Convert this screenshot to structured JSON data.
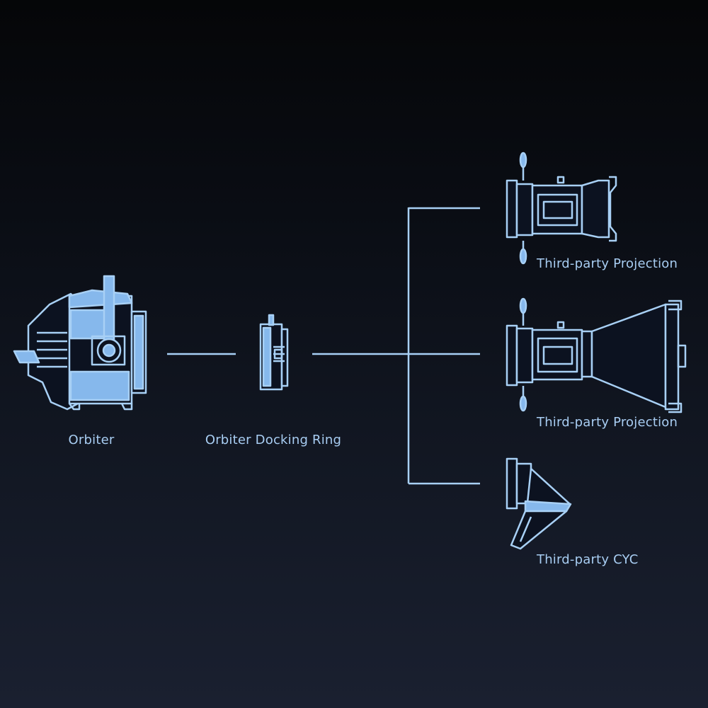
{
  "colors": {
    "stroke": "#a8d0f5",
    "fill": "#86b8ec",
    "fill_dark": "#0c1220",
    "text": "#a8cdf2"
  },
  "nodes": {
    "orbiter": {
      "label": "Orbiter",
      "icon": "orbiter-fixture-icon"
    },
    "docking_ring": {
      "label": "Orbiter Docking Ring",
      "icon": "docking-ring-icon"
    },
    "outputs": [
      {
        "label": "Third-party Projection",
        "icon": "projection-lens-icon"
      },
      {
        "label": "Third-party Projection",
        "icon": "projection-lens-reflector-icon"
      },
      {
        "label": "Third-party CYC",
        "icon": "cyc-reflector-icon"
      }
    ]
  }
}
